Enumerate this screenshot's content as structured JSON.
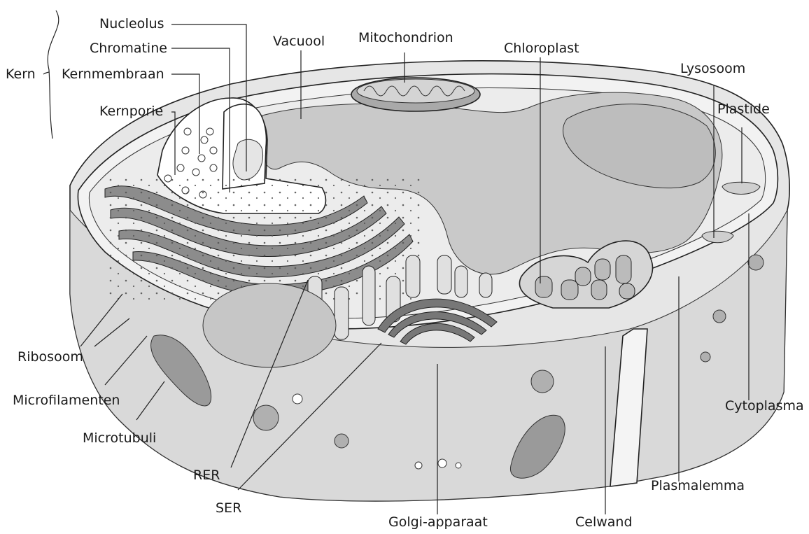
{
  "diagram": {
    "group_label": "Kern",
    "labels": {
      "nucleolus": "Nucleolus",
      "chromatine": "Chromatine",
      "kernmembraan": "Kernmembraan",
      "kernporie": "Kernporie",
      "vacuool": "Vacuool",
      "mitochondrion": "Mitochondrion",
      "chloroplast": "Chloroplast",
      "lysosoom": "Lysosoom",
      "plastide": "Plastide",
      "ribosoom": "Ribosoom",
      "microfilamenten": "Microfilamenten",
      "microtubuli": "Microtubuli",
      "rer": "RER",
      "ser": "SER",
      "golgi": "Golgi-apparaat",
      "celwand": "Celwand",
      "plasmalemma": "Plasmalemma",
      "cytoplasma": "Cytoplasma"
    }
  }
}
